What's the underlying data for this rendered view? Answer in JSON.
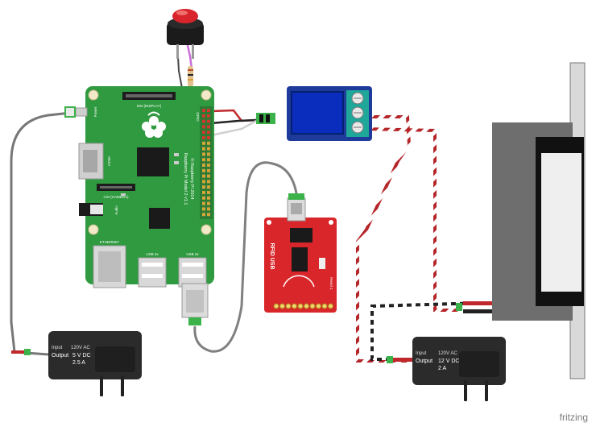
{
  "raspberry_pi": {
    "model_label": "Raspberry Pi Model 2 v1.1",
    "copyright": "© Raspberry Pi 2014",
    "dsi_label": "DSI (DISPLAY)",
    "csi_label": "CSI (CAMERA)",
    "hdmi_label": "HDMI",
    "audio_label": "Audio",
    "power_label": "Power",
    "ethernet_label": "ETHERNET",
    "usb_left_label": "USB 2x",
    "usb_right_label": "USB 2x",
    "gpio_label": "GPIO"
  },
  "rfid_board": {
    "title": "RFID USB",
    "side_label": "Reset 1"
  },
  "adapter_left": {
    "input_label": "Input",
    "input_value": "120V AC",
    "output_label": "Output",
    "output_line1": "5 V DC",
    "output_line2": "2.5 A"
  },
  "adapter_right": {
    "input_label": "Input",
    "input_value": "120V AC",
    "output_label": "Output",
    "output_line1": "12 V DC",
    "output_line2": "2 A"
  },
  "watermark": "fritzing",
  "colors": {
    "pi_green": "#2f9a3f",
    "rfid_red": "#d9262a",
    "relay_blue": "#0a2dbd",
    "terminal_teal": "#1fa89a",
    "adapter_black": "#2b2b2b",
    "wire_red": "#c0282b"
  }
}
